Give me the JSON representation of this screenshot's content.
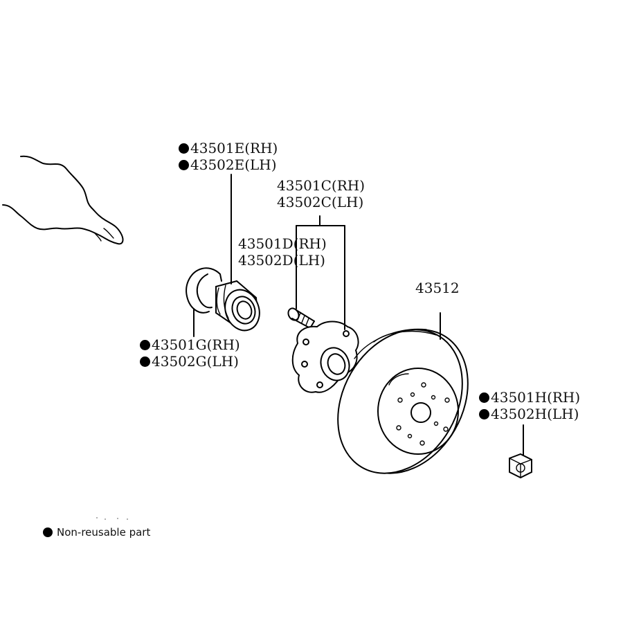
{
  "labels": {
    "bearing": {
      "rh": "43501E(RH)",
      "lh": "43502E(LH)",
      "non_reusable": true
    },
    "hub_assy": {
      "rh": "43501C(RH)",
      "lh": "43502C(LH)",
      "non_reusable": false
    },
    "hub_bolt": {
      "rh": "43501D(RH)",
      "lh": "43502D(LH)",
      "non_reusable": false
    },
    "rotor": {
      "number": "43512"
    },
    "snap_ring": {
      "rh": "43501G(RH)",
      "lh": "43502G(LH)",
      "non_reusable": true
    },
    "hub_nut": {
      "rh": "43501H(RH)",
      "lh": "43502H(LH)",
      "non_reusable": true
    }
  },
  "legend": {
    "text": "Non-reusable part",
    "marker": "filled-circle"
  },
  "colors": {
    "ink": "#000000",
    "paper": "#ffffff"
  }
}
